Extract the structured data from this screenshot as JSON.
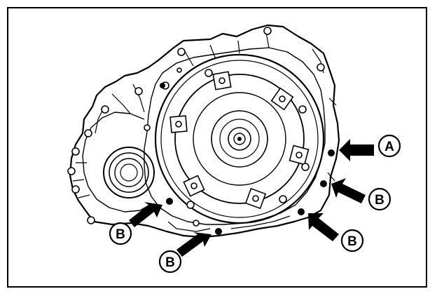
{
  "figure": {
    "line_color": "#000000",
    "background_color": "#ffffff"
  },
  "callouts": [
    {
      "letter": "A"
    },
    {
      "letter": "B"
    },
    {
      "letter": "B"
    },
    {
      "letter": "B"
    },
    {
      "letter": "B"
    }
  ]
}
